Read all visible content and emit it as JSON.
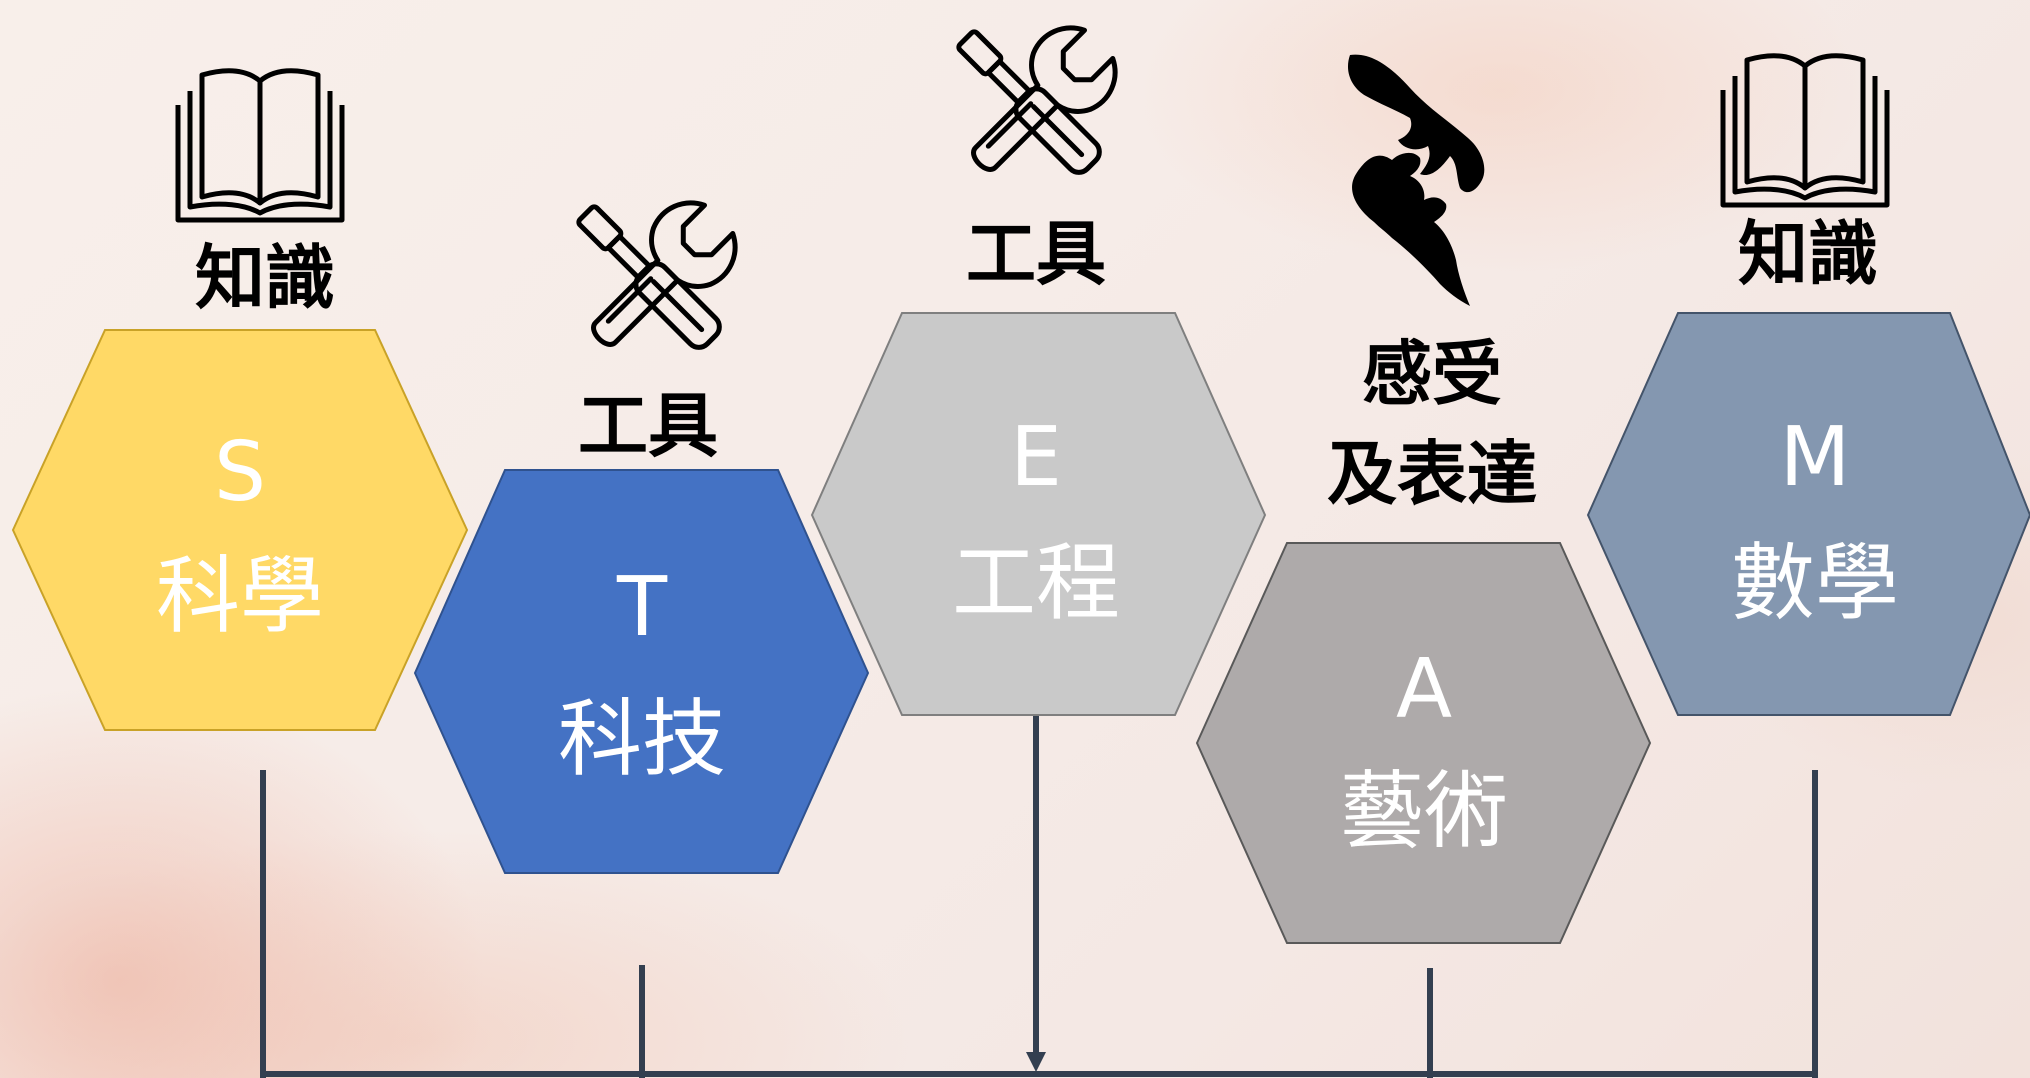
{
  "hexagons": [
    {
      "letter": "S",
      "name": "科學",
      "fill": "#ffd966",
      "stroke": "#c9a227"
    },
    {
      "letter": "T",
      "name": "科技",
      "fill": "#4472c4",
      "stroke": "#2f528f"
    },
    {
      "letter": "E",
      "name": "工程",
      "fill": "#c9c9c9",
      "stroke": "#7f7f7f"
    },
    {
      "letter": "A",
      "name": "藝術",
      "fill": "#aeaaaa",
      "stroke": "#595959"
    },
    {
      "letter": "M",
      "name": "數學",
      "fill": "#8497b0",
      "stroke": "#44546a"
    }
  ],
  "labels": {
    "s": "知識",
    "t": "工具",
    "e": "工具",
    "a_line1": "感受",
    "a_line2": "及表達",
    "m": "知識"
  },
  "icons": {
    "s": "book-icon",
    "t": "tools-icon",
    "e": "tools-icon",
    "a": "hands-icon",
    "m": "book-icon"
  },
  "colors": {
    "connector": "#333f50",
    "label_text": "#000000",
    "hex_text": "#ffffff"
  }
}
